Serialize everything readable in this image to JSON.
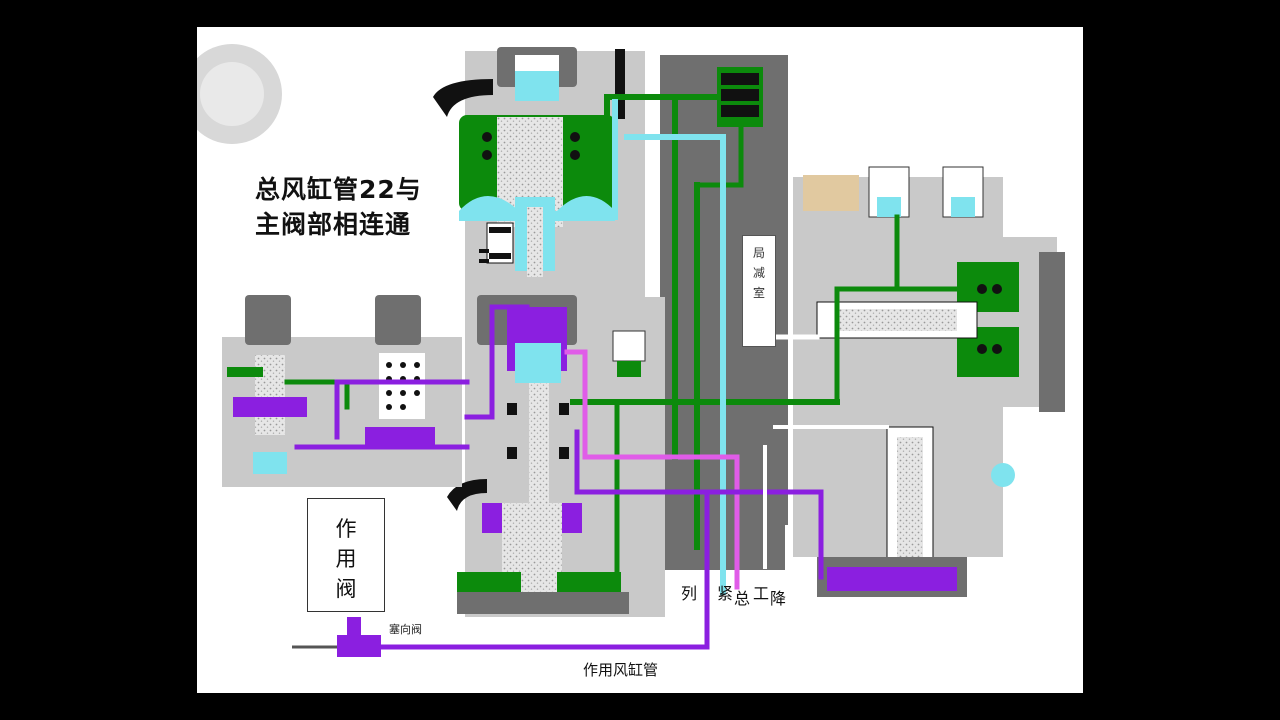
{
  "slide": {
    "title_line1": "总风缸管22与",
    "title_line2": "主阀部相连通"
  },
  "action_valve": {
    "chars": [
      "作",
      "用",
      "阀"
    ]
  },
  "reducing_chamber": {
    "chars": [
      "局",
      "减",
      "室"
    ]
  },
  "labels": {
    "check_valve": "塞向阀",
    "action_reservoir_pipe": "作用风缸管"
  },
  "pipe_labels": [
    "列",
    "紧",
    "总",
    "工",
    "降"
  ],
  "colors": {
    "green": "#0c8a0c",
    "cyan": "#7fe3ee",
    "purple": "#8b1fe0",
    "magenta": "#e05ce8",
    "body_gray": "#c9c9c9",
    "dark_gray": "#6f6f6f",
    "speckle": "#dcdcdc"
  }
}
